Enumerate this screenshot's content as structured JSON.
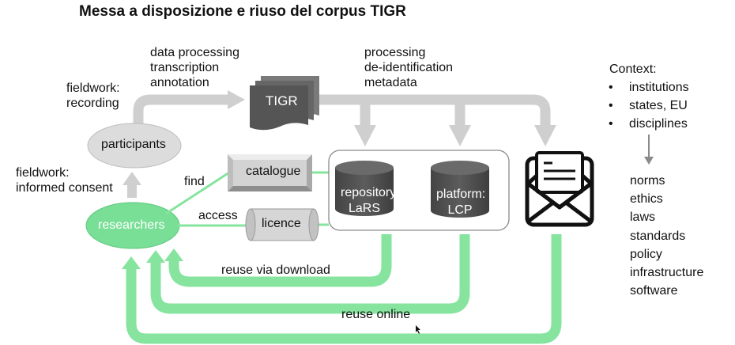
{
  "title": "Messa a disposizione e riuso del corpus TIGR",
  "labels": {
    "fieldwork_recording": [
      "fieldwork:",
      "recording"
    ],
    "data_processing": [
      "data processing",
      "transcription",
      "annotation"
    ],
    "processing_deid": [
      "processing",
      "de-identification",
      "metadata"
    ],
    "fieldwork_consent": [
      "fieldwork:",
      "informed consent"
    ],
    "find": "find",
    "access": "access",
    "reuse_download": "reuse via download",
    "reuse_online": "reuse online"
  },
  "nodes": {
    "tigr": "TIGR",
    "participants": "participants",
    "researchers": "researchers",
    "catalogue": "catalogue",
    "licence": "licence",
    "repository": [
      "repository:",
      "LaRS"
    ],
    "platform": [
      "platform:",
      "LCP"
    ]
  },
  "icons": {
    "envelope": "envelope-icon",
    "down_arrow": "down-arrow-icon"
  },
  "context": {
    "heading": "Context:",
    "items": [
      "institutions",
      "states, EU",
      "disciplines"
    ],
    "outcomes": [
      "norms",
      "ethics",
      "laws",
      "standards",
      "policy",
      "infrastructure",
      "software"
    ]
  },
  "colors": {
    "gray_flow": "#cfcfcf",
    "green_flow": "#86e49f",
    "green_node": "#79df96",
    "dark_doc": "#5a5a5a",
    "cylinder": "#4e4e4e"
  }
}
